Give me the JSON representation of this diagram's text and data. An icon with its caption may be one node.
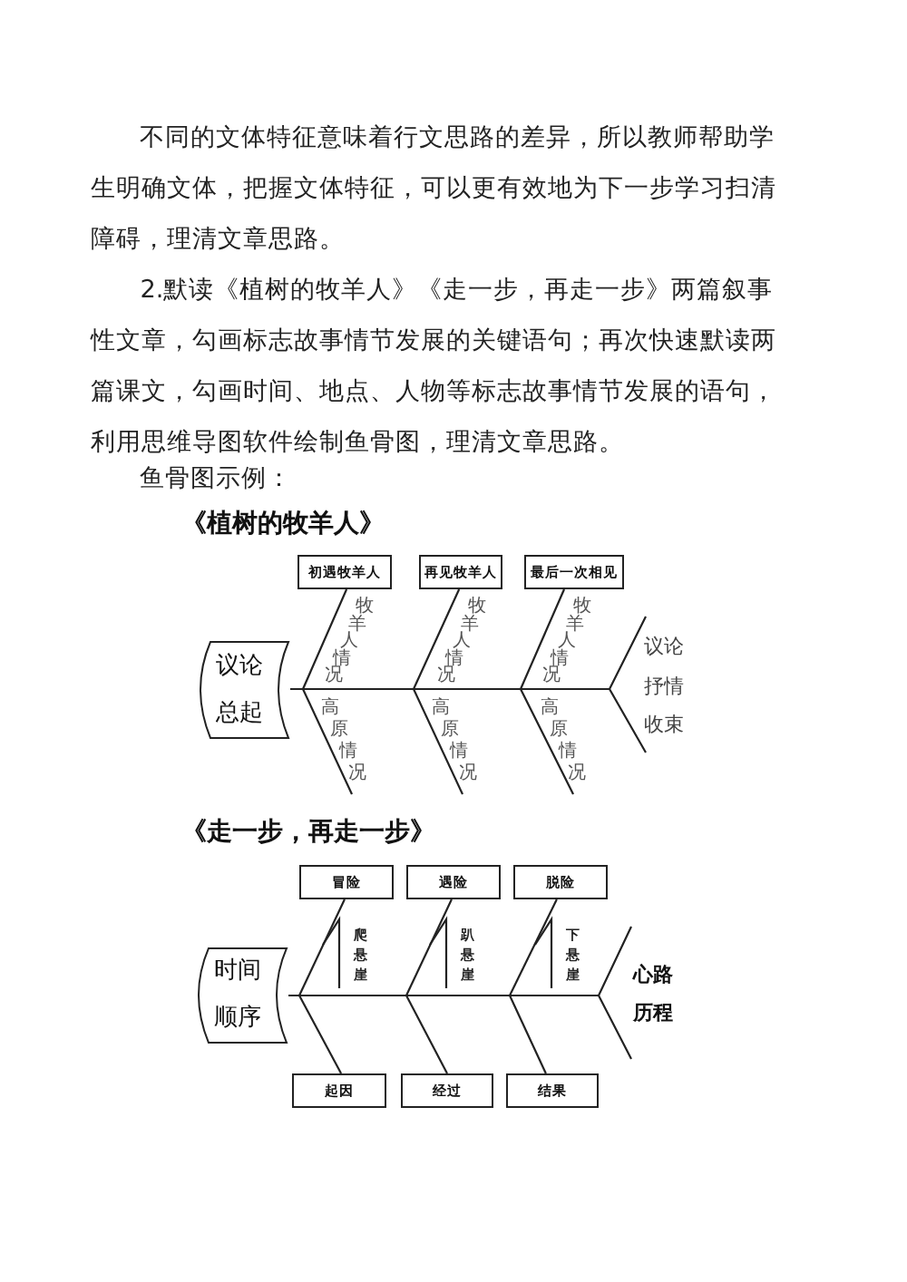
{
  "diagram": {
    "nodes": [
      {
        "text": [
          "议论总起"
        ]
      },
      {
        "text": [
          "初遇牧羊人"
        ]
      },
      {
        "text": [
          "再见牧羊人"
        ]
      },
      {
        "text": [
          "最后一次相见"
        ]
      },
      {
        "text": [
          "时间顺序"
        ]
      },
      {
        "text": [
          "冒险"
        ]
      },
      {
        "text": [
          "遇险"
        ]
      },
      {
        "text": [
          "脱险"
        ]
      },
      {
        "text": [
          "起因"
        ]
      },
      {
        "text": [
          "经过"
        ]
      },
      {
        "text": [
          "结果"
        ]
      }
    ],
    "edges": [
      {
        "from": 0,
        "to": null,
        "arrow": "none"
      },
      {
        "from": 1,
        "to": null,
        "arrow": "none"
      },
      {
        "from": 2,
        "to": null,
        "arrow": "none"
      },
      {
        "from": 3,
        "to": null,
        "arrow": "none"
      },
      {
        "from": 4,
        "to": null,
        "arrow": "none"
      },
      {
        "from": 5,
        "to": null,
        "arrow": "none"
      },
      {
        "from": 6,
        "to": null,
        "arrow": "none"
      },
      {
        "from": 7,
        "to": null,
        "arrow": "none"
      },
      {
        "from": 8,
        "to": null,
        "arrow": "none"
      },
      {
        "from": 9,
        "to": null,
        "arrow": "none"
      },
      {
        "from": 10,
        "to": null,
        "arrow": "none"
      }
    ],
    "labels": [
      "不同的文体特征意味着行文思路的差异，所以教师帮助学生明确文体，把握文体特征，可以更有效地为下一步学习扫清障碍，理清文章思路。",
      "2.默读《植树的牧羊人》《走一步，再走一步》两篇叙事性文章，勾画标志故事情节发展的关键语句；再次快速默读两篇课文，勾画时间、地点、人物等标志故事情节发展的语句，利用思维导图软件绘制鱼骨图，理清文章思路。",
      "鱼骨图示例：",
      "《植树的牧羊人》",
      "牧羊人情况",
      "牧羊人情况",
      "牧羊人情况",
      "高原情况",
      "高原情况",
      "高原情况",
      "议论抒情收束",
      "《走一步，再走一步》",
      "爬悬崖",
      "趴悬崖",
      "下悬崖",
      "心路历程"
    ]
  }
}
